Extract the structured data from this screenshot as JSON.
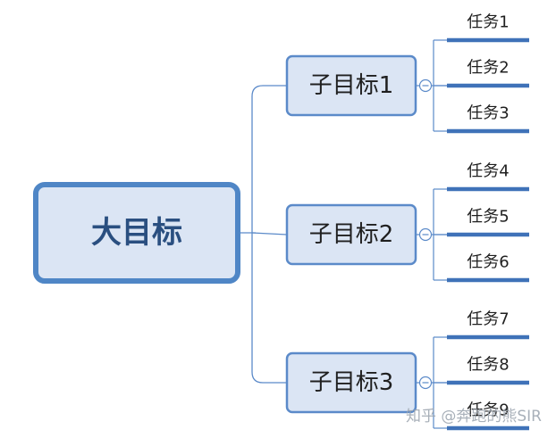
{
  "root": {
    "label": "大目标"
  },
  "branches": [
    {
      "label": "子目标1",
      "tasks": [
        "任务1",
        "任务2",
        "任务3"
      ]
    },
    {
      "label": "子目标2",
      "tasks": [
        "任务4",
        "任务5",
        "任务6"
      ]
    },
    {
      "label": "子目标3",
      "tasks": [
        "任务7",
        "任务8",
        "任务9"
      ]
    }
  ],
  "watermark": "知乎 @奔跑的熊SIR",
  "colors": {
    "node_fill": "#dbe5f4",
    "node_border": "#5b8ac9",
    "root_border": "#4f86c6",
    "connector": "#5b8ac9",
    "task_underline": "#3f72b8",
    "text": "#1f1f1f",
    "root_text": "#2a4f80",
    "watermark": "#9aa3ad"
  }
}
